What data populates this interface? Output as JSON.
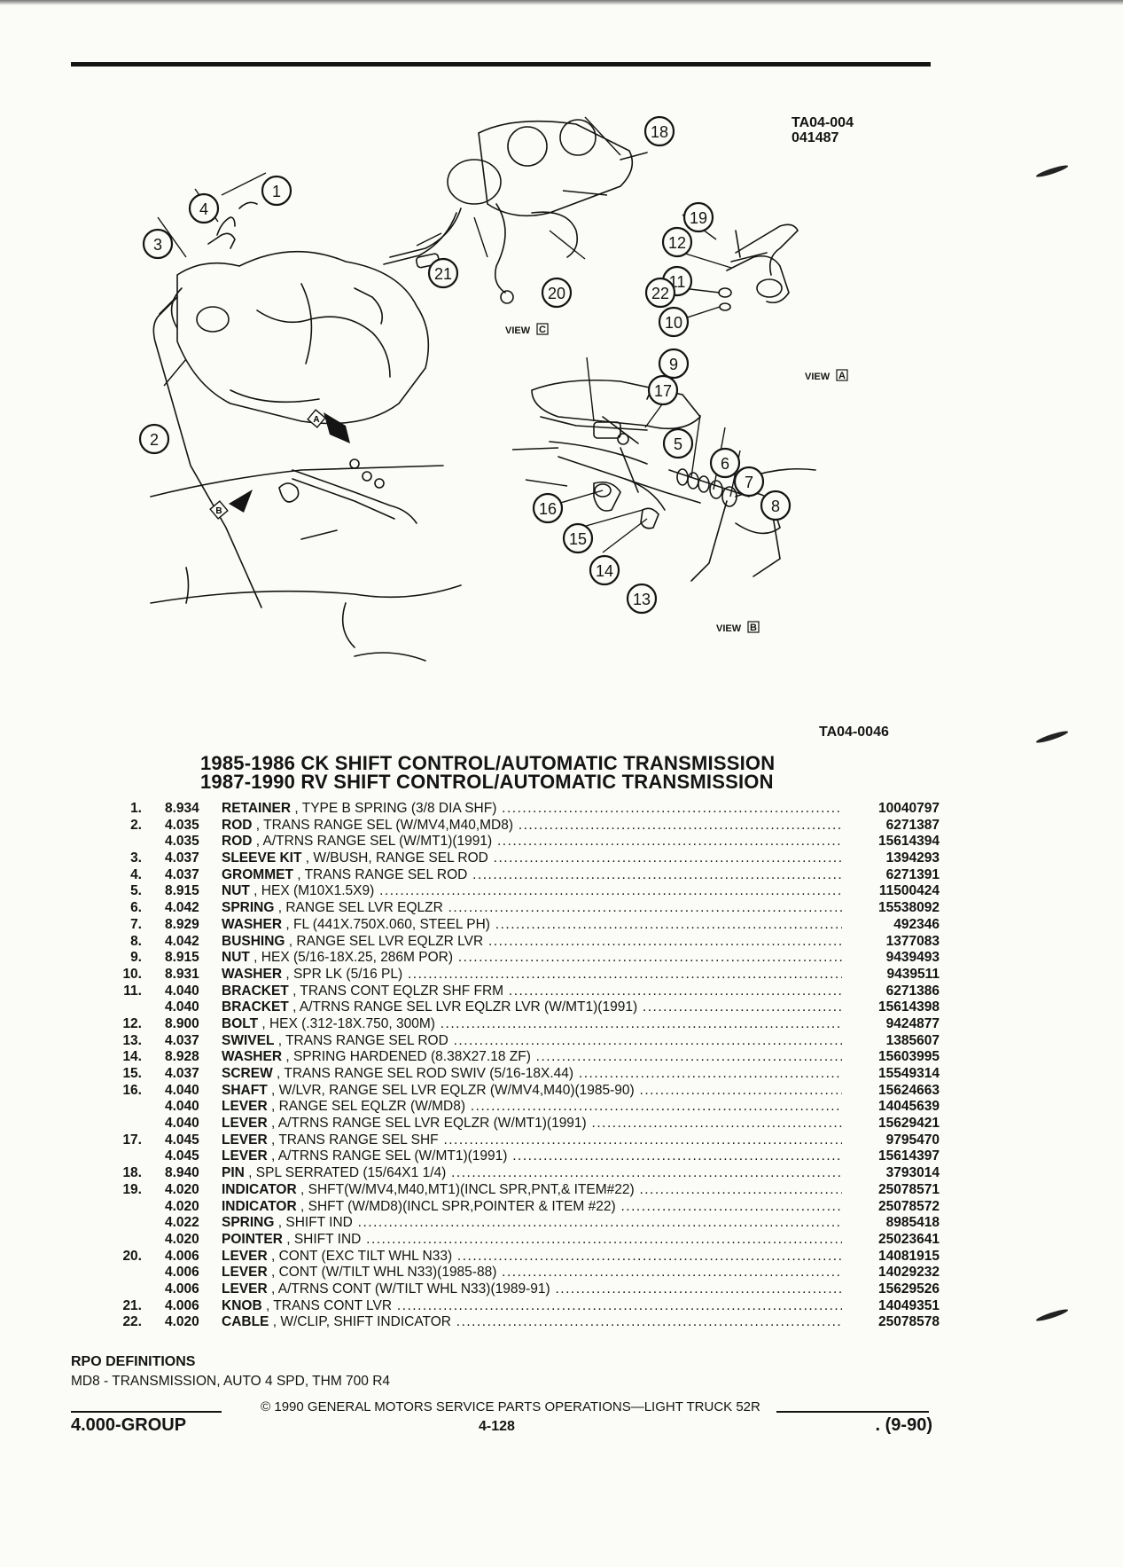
{
  "header": {
    "code_top_1": "TA04-004",
    "code_top_2": "041487",
    "code_bottom": "TA04-0046"
  },
  "diagram": {
    "callouts": [
      "1",
      "2",
      "3",
      "4",
      "5",
      "6",
      "7",
      "8",
      "9",
      "10",
      "11",
      "12",
      "13",
      "14",
      "15",
      "16",
      "17",
      "18",
      "19",
      "20",
      "21",
      "22"
    ],
    "views": {
      "a": "VIEW",
      "a_letter": "A",
      "b": "VIEW",
      "b_letter": "B",
      "c": "VIEW",
      "c_letter": "C"
    },
    "arrow_labels": {
      "a": "A",
      "b": "B"
    }
  },
  "titles": {
    "line1": "1985-1986 CK SHIFT CONTROL/AUTOMATIC TRANSMISSION",
    "line2": "1987-1990 RV SHIFT CONTROL/AUTOMATIC TRANSMISSION"
  },
  "parts": [
    {
      "item": "1.",
      "group": "8.934",
      "name": "RETAINER",
      "desc": ", TYPE B SPRING (3/8 DIA SHF)",
      "part": "10040797"
    },
    {
      "item": "2.",
      "group": "4.035",
      "name": "ROD",
      "desc": ", TRANS RANGE SEL (W/MV4,M40,MD8)",
      "part": "6271387"
    },
    {
      "item": "",
      "group": "4.035",
      "name": "ROD",
      "desc": ", A/TRNS RANGE SEL (W/MT1)(1991)",
      "part": "15614394"
    },
    {
      "item": "3.",
      "group": "4.037",
      "name": "SLEEVE KIT",
      "desc": ", W/BUSH, RANGE SEL ROD",
      "part": "1394293"
    },
    {
      "item": "4.",
      "group": "4.037",
      "name": "GROMMET",
      "desc": ", TRANS RANGE SEL ROD",
      "part": "6271391"
    },
    {
      "item": "5.",
      "group": "8.915",
      "name": "NUT",
      "desc": ", HEX (M10X1.5X9)",
      "part": "11500424"
    },
    {
      "item": "6.",
      "group": "4.042",
      "name": "SPRING",
      "desc": ", RANGE SEL LVR EQLZR",
      "part": "15538092"
    },
    {
      "item": "7.",
      "group": "8.929",
      "name": "WASHER",
      "desc": ", FL (441X.750X.060, STEEL PH)",
      "part": "492346"
    },
    {
      "item": "8.",
      "group": "4.042",
      "name": "BUSHING",
      "desc": ", RANGE SEL LVR EQLZR LVR",
      "part": "1377083"
    },
    {
      "item": "9.",
      "group": "8.915",
      "name": "NUT",
      "desc": ", HEX (5/16-18X.25, 286M POR)",
      "part": "9439493"
    },
    {
      "item": "10.",
      "group": "8.931",
      "name": "WASHER",
      "desc": ", SPR LK (5/16 PL)",
      "part": "9439511"
    },
    {
      "item": "11.",
      "group": "4.040",
      "name": "BRACKET",
      "desc": ", TRANS CONT EQLZR SHF FRM",
      "part": "6271386"
    },
    {
      "item": "",
      "group": "4.040",
      "name": "BRACKET",
      "desc": ", A/TRNS RANGE SEL LVR EQLZR LVR (W/MT1)(1991)",
      "part": "15614398"
    },
    {
      "item": "12.",
      "group": "8.900",
      "name": "BOLT",
      "desc": ", HEX (.312-18X.750, 300M)",
      "part": "9424877"
    },
    {
      "item": "13.",
      "group": "4.037",
      "name": "SWIVEL",
      "desc": ", TRANS RANGE SEL ROD",
      "part": "1385607"
    },
    {
      "item": "14.",
      "group": "8.928",
      "name": "WASHER",
      "desc": ", SPRING HARDENED (8.38X27.18 ZF)",
      "part": "15603995"
    },
    {
      "item": "15.",
      "group": "4.037",
      "name": "SCREW",
      "desc": ", TRANS RANGE SEL ROD SWIV (5/16-18X.44)",
      "part": "15549314"
    },
    {
      "item": "16.",
      "group": "4.040",
      "name": "SHAFT",
      "desc": ", W/LVR, RANGE SEL LVR EQLZR (W/MV4,M40)(1985-90)",
      "part": "15624663"
    },
    {
      "item": "",
      "group": "4.040",
      "name": "LEVER",
      "desc": ", RANGE SEL EQLZR (W/MD8)",
      "part": "14045639"
    },
    {
      "item": "",
      "group": "4.040",
      "name": "LEVER",
      "desc": ", A/TRNS RANGE SEL LVR EQLZR (W/MT1)(1991)",
      "part": "15629421"
    },
    {
      "item": "17.",
      "group": "4.045",
      "name": "LEVER",
      "desc": ", TRANS RANGE SEL SHF",
      "part": "9795470"
    },
    {
      "item": "",
      "group": "4.045",
      "name": "LEVER",
      "desc": ", A/TRNS RANGE SEL (W/MT1)(1991)",
      "part": "15614397"
    },
    {
      "item": "18.",
      "group": "8.940",
      "name": "PIN",
      "desc": ", SPL SERRATED (15/64X1 1/4)",
      "part": "3793014"
    },
    {
      "item": "19.",
      "group": "4.020",
      "name": "INDICATOR",
      "desc": ", SHFT(W/MV4,M40,MT1)(INCL SPR,PNT,& ITEM#22)",
      "part": "25078571"
    },
    {
      "item": "",
      "group": "4.020",
      "name": "INDICATOR",
      "desc": ", SHFT (W/MD8)(INCL SPR,POINTER & ITEM #22)",
      "part": "25078572"
    },
    {
      "item": "",
      "group": "4.022",
      "name": "SPRING",
      "desc": ", SHIFT IND",
      "part": "8985418"
    },
    {
      "item": "",
      "group": "4.020",
      "name": "POINTER",
      "desc": ", SHIFT IND",
      "part": "25023641"
    },
    {
      "item": "20.",
      "group": "4.006",
      "name": "LEVER",
      "desc": ", CONT (EXC TILT WHL N33)",
      "part": "14081915"
    },
    {
      "item": "",
      "group": "4.006",
      "name": "LEVER",
      "desc": ", CONT (W/TILT WHL N33)(1985-88)",
      "part": "14029232"
    },
    {
      "item": "",
      "group": "4.006",
      "name": "LEVER",
      "desc": ", A/TRNS CONT (W/TILT WHL N33)(1989-91)",
      "part": "15629526"
    },
    {
      "item": "21.",
      "group": "4.006",
      "name": "KNOB",
      "desc": ", TRANS CONT LVR",
      "part": "14049351"
    },
    {
      "item": "22.",
      "group": "4.020",
      "name": "CABLE",
      "desc": ", W/CLIP, SHIFT INDICATOR",
      "part": "25078578"
    }
  ],
  "rpo": {
    "heading": "RPO DEFINITIONS",
    "definition": "MD8 - TRANSMISSION, AUTO 4 SPD, THM 700 R4"
  },
  "footer": {
    "copyright": "© 1990 GENERAL MOTORS SERVICE PARTS OPERATIONS—LIGHT TRUCK 52R",
    "group": "4.000-GROUP",
    "page": "4-128",
    "date": ". (9-90)"
  }
}
